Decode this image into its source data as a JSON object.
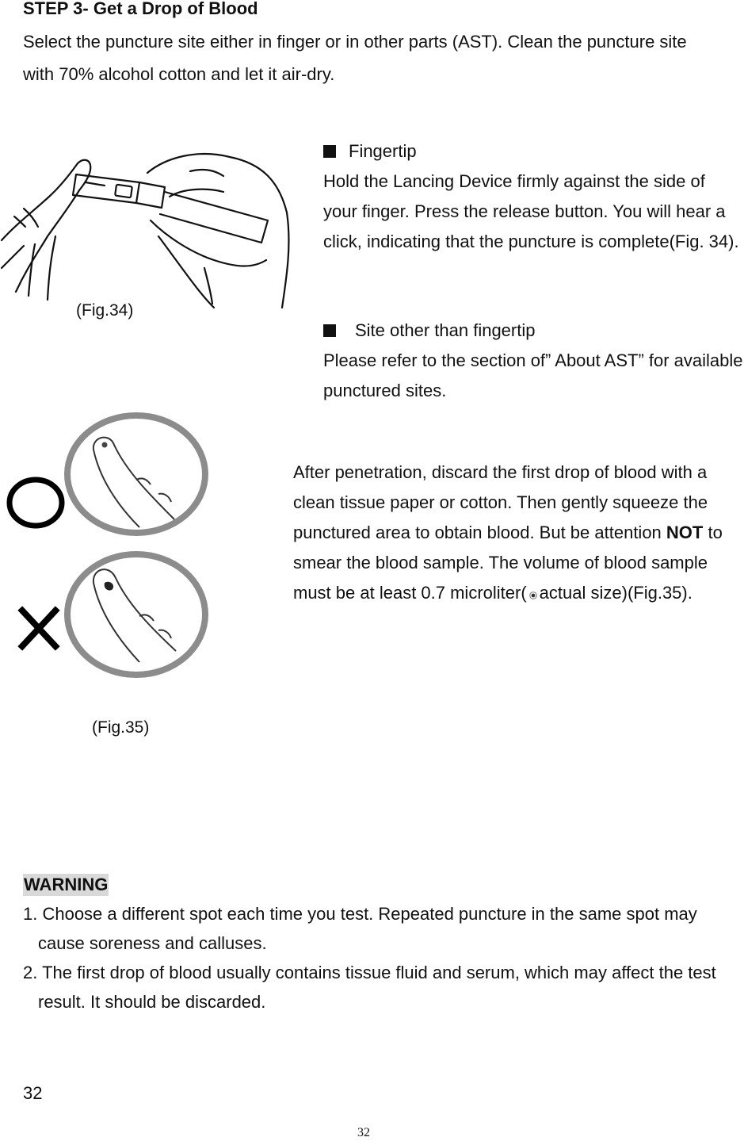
{
  "heading": "STEP 3- Get a Drop of Blood",
  "intro": "Select the puncture site either in finger or in other parts (AST). Clean the puncture site with 70% alcohol cotton and let it air-dry.",
  "figures": {
    "fig34_caption": "(Fig.34)",
    "fig35_caption": "(Fig.35)"
  },
  "fingertip": {
    "title": "Fingertip",
    "text": "Hold the Lancing Device firmly against the side of your finger. Press the release button. You will hear a click, indicating that the puncture is complete(Fig. 34)."
  },
  "other_site": {
    "title": "Site other than fingertip",
    "text": "Please refer to the section of” About AST” for available punctured sites."
  },
  "penetration": {
    "part1": "After penetration, discard the first drop of blood with a clean tissue paper or cotton. Then gently squeeze the punctured area to obtain blood. But be attention ",
    "emphasis": "NOT",
    "part2": " to smear the blood sample. The volume of blood sample must be at least 0.7 microliter(",
    "part3": "actual size)(Fig.35)."
  },
  "warning": {
    "title": "WARNING",
    "items": [
      "1. Choose a different spot each time you test. Repeated puncture in the same spot may cause soreness and calluses.",
      "2. The first drop of blood usually contains tissue fluid and serum, which may affect the test result. It should be discarded."
    ]
  },
  "page_number": "32",
  "page_number_footer": "32"
}
